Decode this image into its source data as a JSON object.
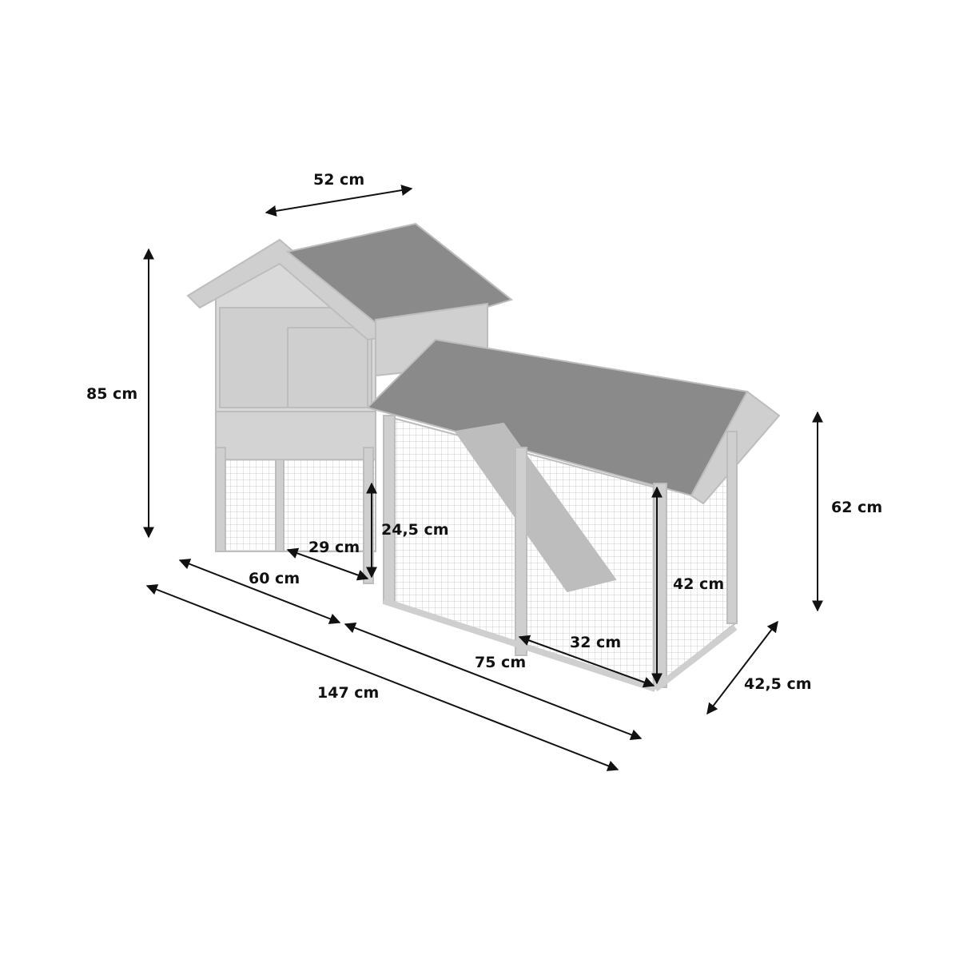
{
  "diagram": {
    "subject": "Rabbit hutch with enclosed run",
    "units": "cm",
    "dimensions": {
      "roof_width": "52 cm",
      "total_height": "85 cm",
      "run_height": "62 cm",
      "lower_door_height": "24,5 cm",
      "lower_door_width": "29 cm",
      "hutch_length": "60 cm",
      "run_length": "75 cm",
      "total_length": "147 cm",
      "run_door_height": "42 cm",
      "run_door_width": "32 cm",
      "depth": "42,5 cm"
    },
    "colors": {
      "line": "#111111",
      "wood": "#c8c8c8",
      "roof": "#8a8a8a",
      "mesh": "#d6d6d6"
    }
  }
}
